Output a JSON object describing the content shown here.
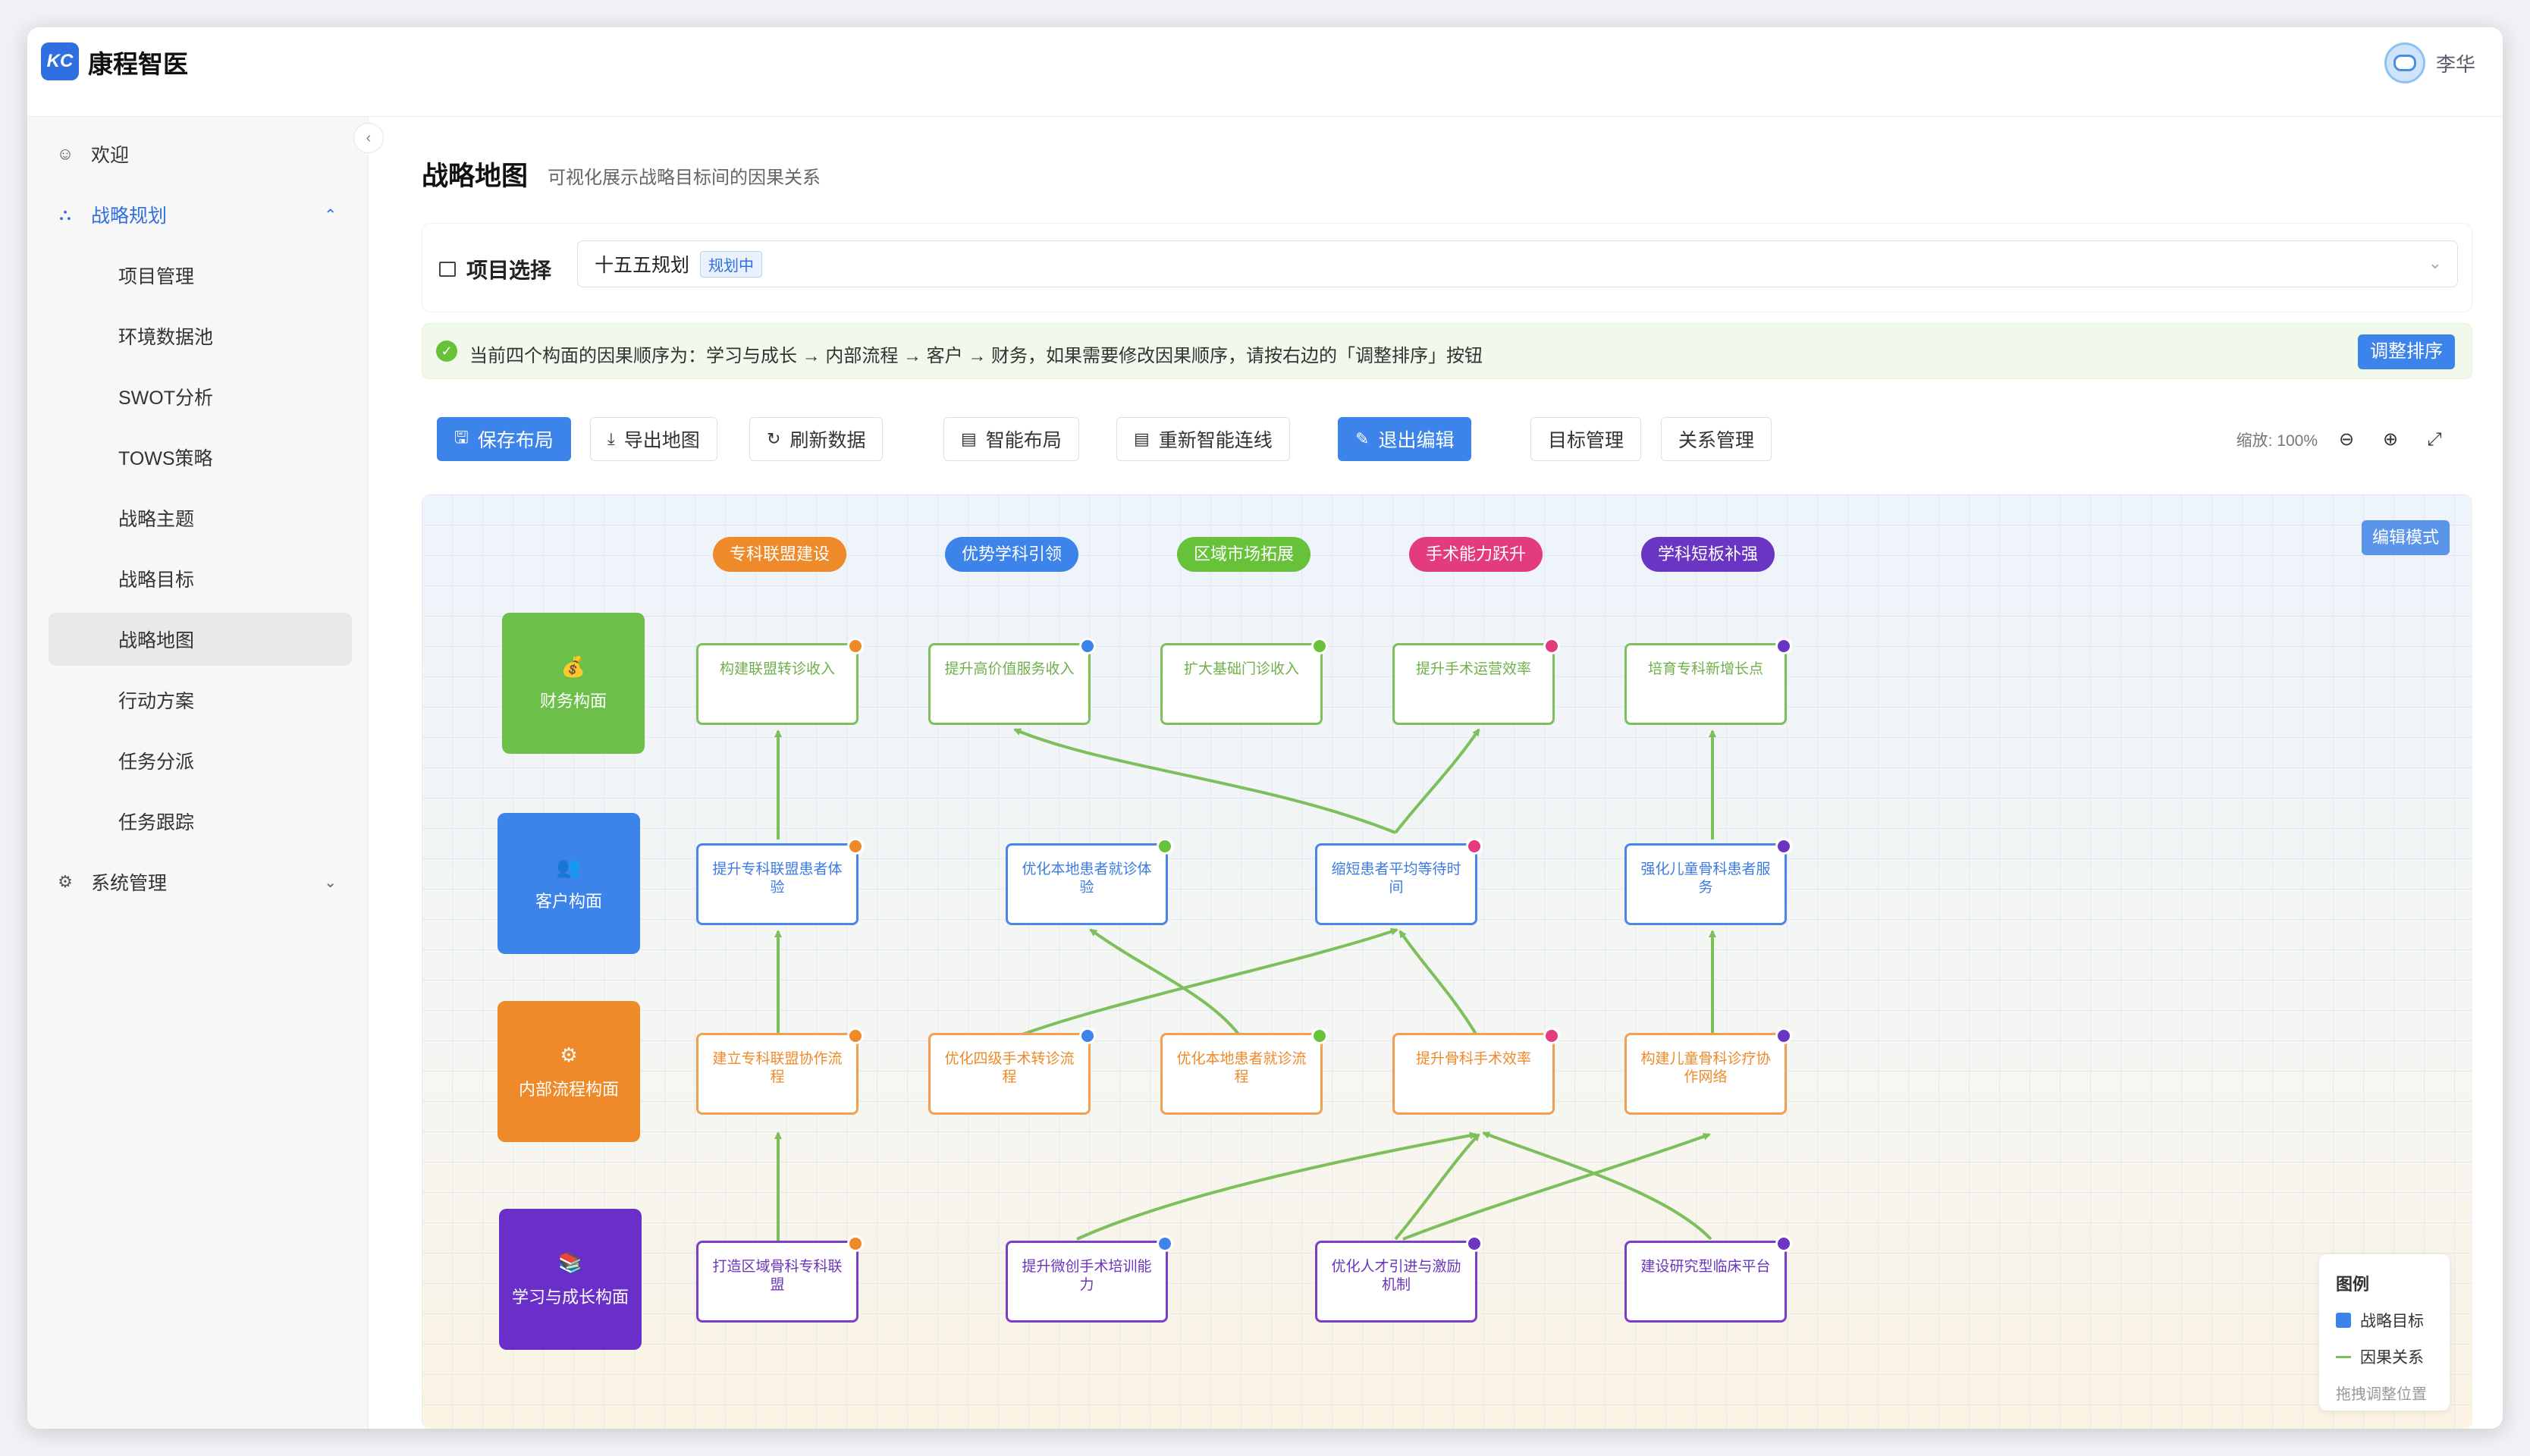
{
  "app": {
    "logo_text": "KC",
    "name": "康程智医",
    "user_name": "李华"
  },
  "sidebar": {
    "items": [
      {
        "label": "欢迎",
        "icon": "smile-icon"
      },
      {
        "label": "战略规划",
        "icon": "network-icon"
      },
      {
        "label": "项目管理"
      },
      {
        "label": "环境数据池"
      },
      {
        "label": "SWOT分析"
      },
      {
        "label": "TOWS策略"
      },
      {
        "label": "战略主题"
      },
      {
        "label": "战略目标"
      },
      {
        "label": "战略地图"
      },
      {
        "label": "行动方案"
      },
      {
        "label": "任务分派"
      },
      {
        "label": "任务跟踪"
      },
      {
        "label": "系统管理",
        "icon": "gear-icon"
      }
    ]
  },
  "page": {
    "title": "战略地图",
    "subtitle": "可视化展示战略目标间的因果关系"
  },
  "project": {
    "label": "项目选择",
    "selected": "十五五规划",
    "status": "规划中"
  },
  "notice": {
    "text": "当前四个构面的因果顺序为：学习与成长 → 内部流程 → 客户 → 财务，如果需要修改因果顺序，请按右边的「调整排序」按钮",
    "button": "调整排序"
  },
  "toolbar": {
    "save": "保存布局",
    "export": "导出地图",
    "refresh": "刷新数据",
    "smart_layout": "智能布局",
    "smart_link": "重新智能连线",
    "exit_edit": "退出编辑",
    "goal_mgmt": "目标管理",
    "relation_mgmt": "关系管理",
    "zoom_label": "缩放: 100%"
  },
  "canvas": {
    "mode_badge": "编辑模式",
    "themes": [
      {
        "label": "专科联盟建设",
        "color": "#ee8a2a"
      },
      {
        "label": "优势学科引领",
        "color": "#3d84ea"
      },
      {
        "label": "区域市场拓展",
        "color": "#67c23a"
      },
      {
        "label": "手术能力跃升",
        "color": "#e23c7e"
      },
      {
        "label": "学科短板补强",
        "color": "#6b35c4"
      }
    ],
    "perspectives": [
      {
        "label": "财务构面",
        "icon": "money-bag-icon",
        "glyph": "💰",
        "color": "#6cc04a"
      },
      {
        "label": "客户构面",
        "icon": "people-icon",
        "glyph": "👥",
        "color": "#3d84ea"
      },
      {
        "label": "内部流程构面",
        "icon": "gear-icon",
        "glyph": "⚙",
        "color": "#ee8a2a"
      },
      {
        "label": "学习与成长构面",
        "icon": "books-icon",
        "glyph": "📚",
        "color": "#6b2fc9"
      }
    ],
    "nodes": {
      "f1": "构建联盟转诊收入",
      "f2": "提升高价值服务收入",
      "f3": "扩大基础门诊收入",
      "f4": "提升手术运营效率",
      "f5": "培育专科新增长点",
      "c1": "提升专科联盟患者体验",
      "c2": "优化本地患者就诊体验",
      "c3": "缩短患者平均等待时间",
      "c4": "强化儿童骨科患者服务",
      "p1": "建立专科联盟协作流程",
      "p2": "优化四级手术转诊流程",
      "p3": "优化本地患者就诊流程",
      "p4": "提升骨科手术效率",
      "p5": "构建儿童骨科诊疗协作网络",
      "l1": "打造区域骨科专科联盟",
      "l2": "提升微创手术培训能力",
      "l3": "优化人才引进与激励机制",
      "l4": "建设研究型临床平台"
    },
    "dot_colors": {
      "orange": "#ee8a2a",
      "blue": "#3d84ea",
      "green": "#67c23a",
      "pink": "#e23c7e",
      "purple": "#6b35c4"
    },
    "link_color": "#7dc05b"
  },
  "legend": {
    "title": "图例",
    "goal": "战略目标",
    "relation": "因果关系",
    "hint": "拖拽调整位置"
  }
}
